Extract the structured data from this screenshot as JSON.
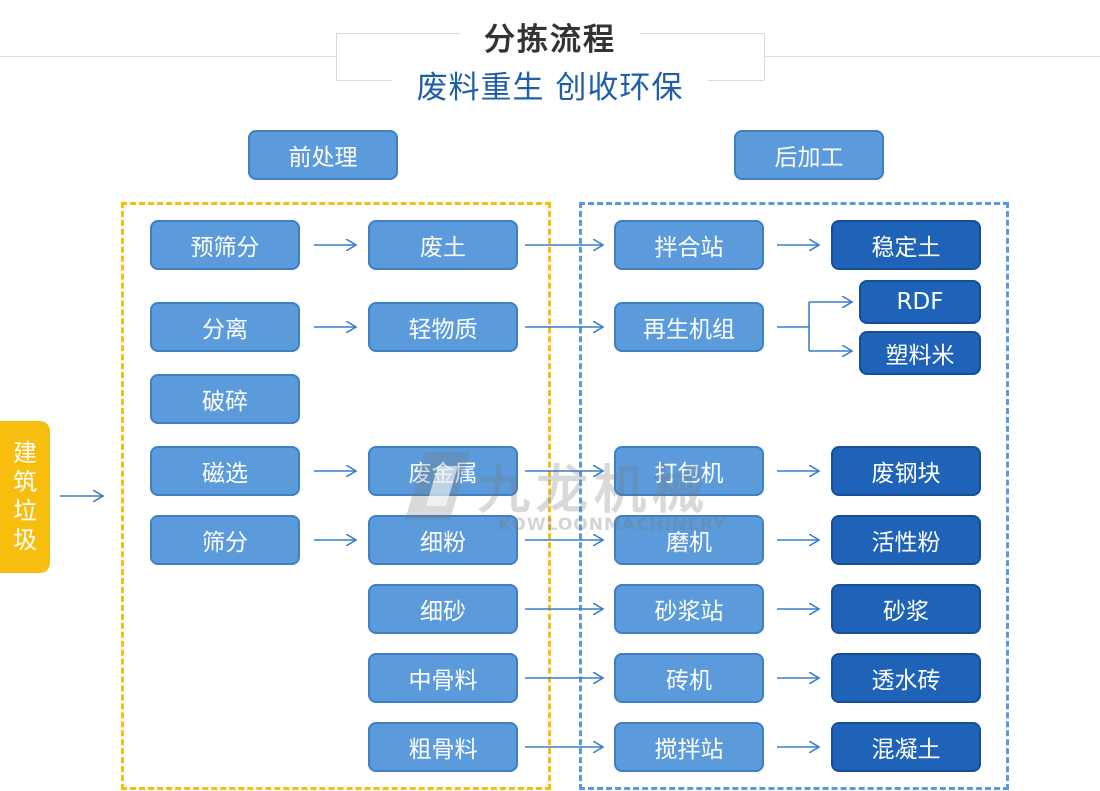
{
  "header": {
    "title": "分拣流程",
    "subtitle": "废料重生 创收环保"
  },
  "sections": {
    "pre": "前处理",
    "post": "后加工"
  },
  "source": "建筑垃圾",
  "pre_steps": [
    "预筛分",
    "分离",
    "破碎",
    "磁选",
    "筛分"
  ],
  "materials": [
    "废土",
    "轻物质",
    "废金属",
    "细粉",
    "细砂",
    "中骨料",
    "粗骨料"
  ],
  "machines": [
    "拌合站",
    "再生机组",
    "打包机",
    "磨机",
    "砂浆站",
    "砖机",
    "搅拌站"
  ],
  "products": [
    "稳定土",
    "RDF",
    "塑料米",
    "废钢块",
    "活性粉",
    "砂浆",
    "透水砖",
    "混凝土"
  ],
  "watermark": {
    "name": "九龙机械",
    "sub": "KOWLOONMACHINERY"
  },
  "colors": {
    "box": "#5b9bdc",
    "product": "#1f63b9",
    "pre_border": "#f7bd0f",
    "post_border": "#5b9bdc",
    "arrow": "#3a7ec8"
  }
}
